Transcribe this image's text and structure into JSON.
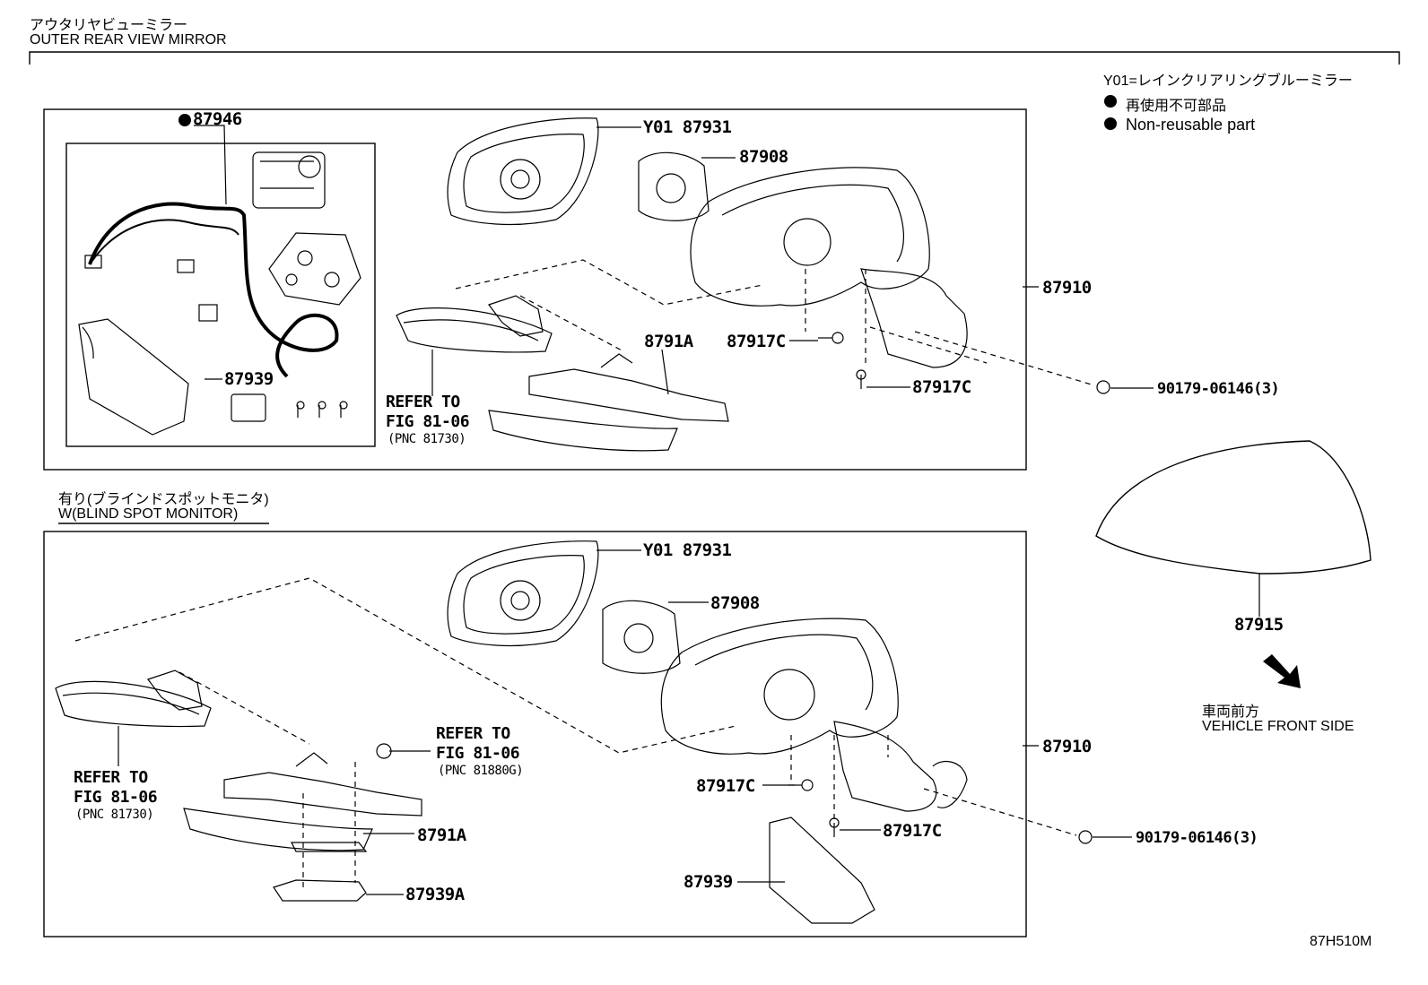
{
  "header": {
    "title_jp": "アウタリヤビューミラー",
    "title_en": "OUTER REAR VIEW MIRROR"
  },
  "legend": {
    "y01_note": "Y01=レインクリアリングブルーミラー",
    "nonreusable_jp": "再使用不可部品",
    "nonreusable_en": "Non-reusable part"
  },
  "section_bsm": {
    "label_jp": "有り(ブラインドスポットモニタ)",
    "label_en": "W(BLIND SPOT MONITOR)"
  },
  "parts_top": {
    "p87946": "87946",
    "p87939": "87939",
    "y01_87931": "Y01 87931",
    "p87908": "87908",
    "p8791a": "8791A",
    "p87917c_a": "87917C",
    "p87917c_b": "87917C",
    "p87910": "87910",
    "p90179": "90179-06146(3)",
    "refer_1": "REFER TO",
    "refer_2": "FIG 81-06",
    "refer_3": "(PNC 81730)"
  },
  "parts_bottom": {
    "y01_87931": "Y01 87931",
    "p87908": "87908",
    "p87910": "87910",
    "p87917c_a": "87917C",
    "p87917c_b": "87917C",
    "p90179": "90179-06146(3)",
    "p8791a": "8791A",
    "p87939a": "87939A",
    "p87939": "87939",
    "refer_a1": "REFER TO",
    "refer_a2": "FIG 81-06",
    "refer_a3": "(PNC 81880G)",
    "refer_b1": "REFER TO",
    "refer_b2": "FIG 81-06",
    "refer_b3": "(PNC 81730)"
  },
  "side": {
    "p87915": "87915",
    "front_jp": "車両前方",
    "front_en": "VEHICLE FRONT SIDE"
  },
  "footer": {
    "code": "87H510M"
  }
}
